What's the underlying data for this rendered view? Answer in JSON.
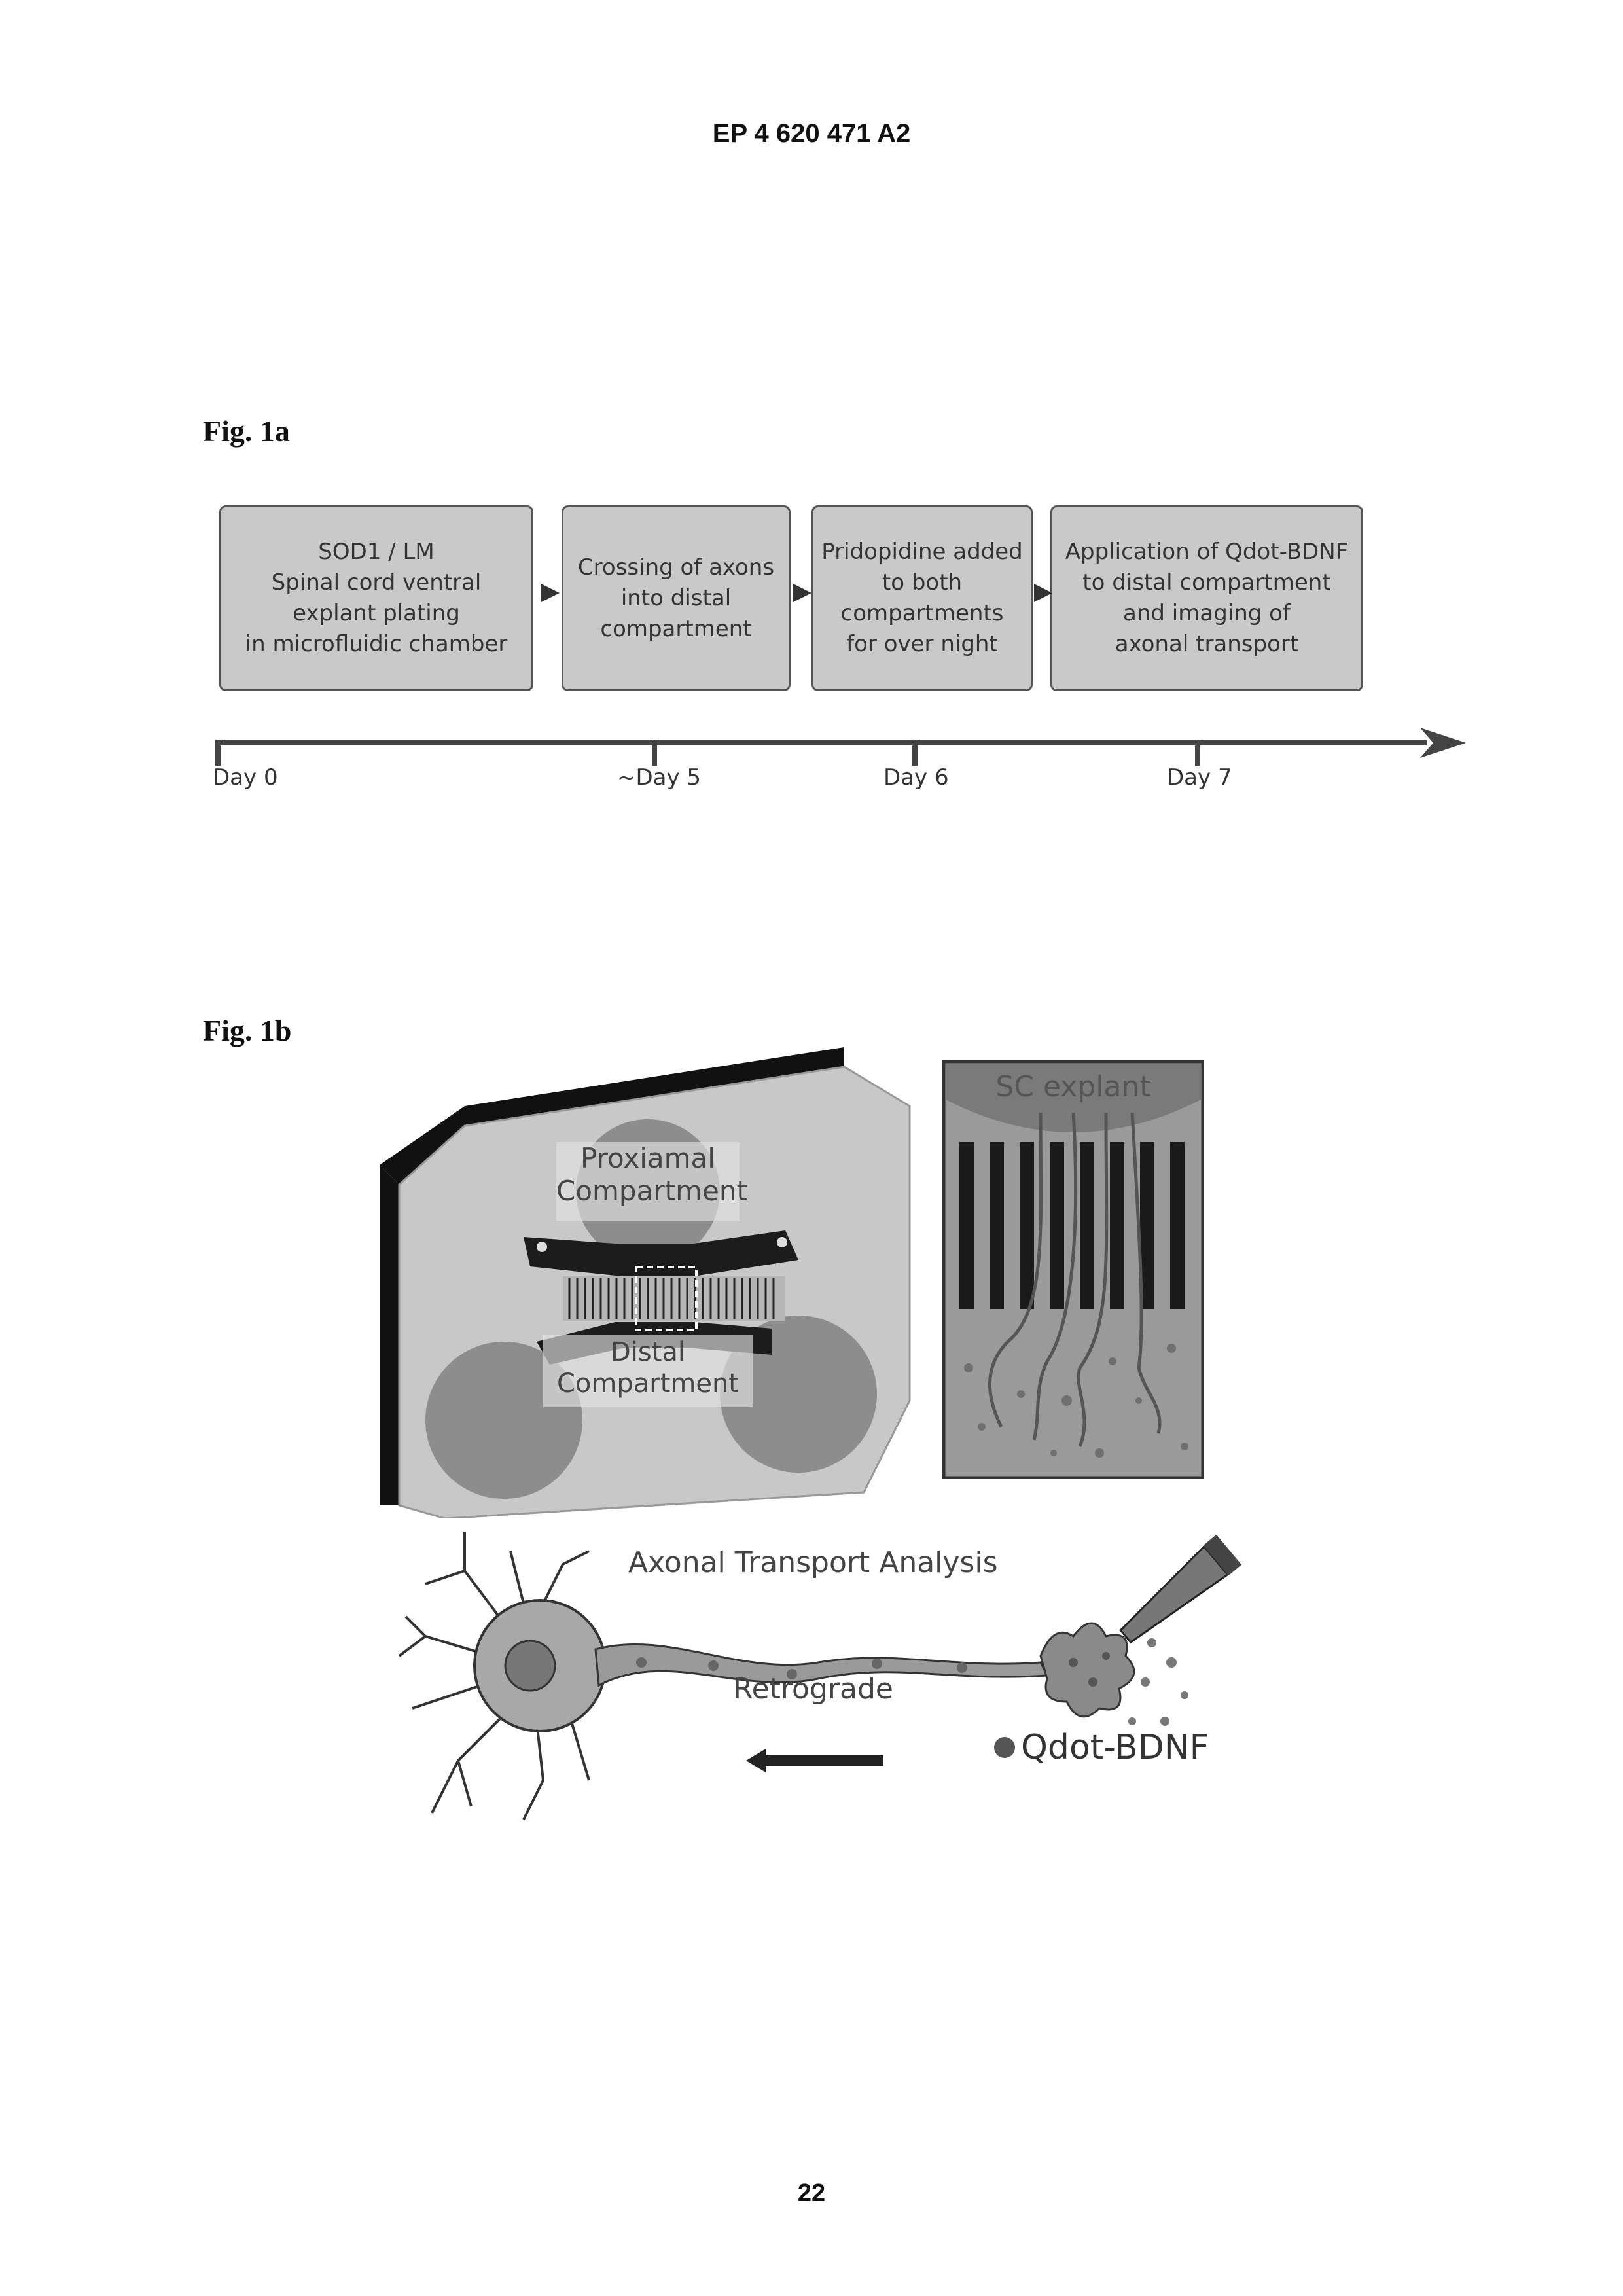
{
  "header": "EP 4 620 471 A2",
  "fig1a": {
    "label": "Fig. 1a",
    "steps": [
      {
        "text": "SOD1 / LM\nSpinal cord ventral\nexplant plating\nin microfluidic chamber"
      },
      {
        "text": "Crossing of axons\ninto distal\ncompartment"
      },
      {
        "text": "Pridopidine added\nto both\ncompartments\nfor over night"
      },
      {
        "text": "Application of Qdot-BDNF\nto distal compartment\nand imaging of\naxonal transport"
      }
    ],
    "timeline": [
      "Day 0",
      "~Day 5",
      "Day 6",
      "Day 7"
    ]
  },
  "fig1b": {
    "label": "Fig. 1b",
    "chamber": {
      "proximal": "Proxiamal\nCompartment",
      "distal": "Distal\nCompartment"
    },
    "inset": {
      "title": "SC explant"
    },
    "neuron": {
      "title": "Axonal Transport Analysis",
      "direction": "Retrograde",
      "legend": "Qdot-BDNF"
    }
  },
  "page_number": "22"
}
